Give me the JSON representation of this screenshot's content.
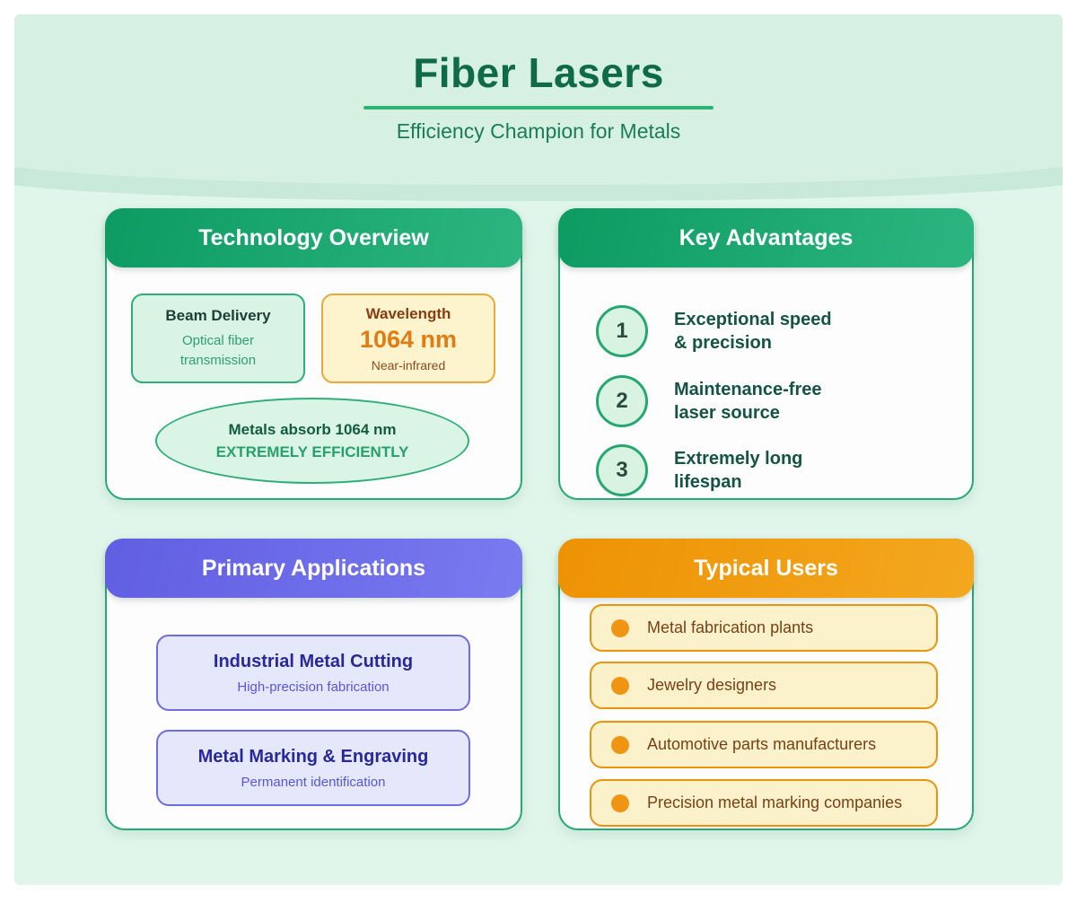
{
  "page": {
    "title": "Fiber Lasers",
    "subtitle": "Efficiency Champion for Metals"
  },
  "colors": {
    "background_base": "#e0f6eb",
    "background_band": "#c9ead8",
    "background_top": "#d6f1e2",
    "title_green": "#0e6a47",
    "accent_green": "#2cb475",
    "card_border_green": "#27a977",
    "header_green": "#0d9b62",
    "header_purple": "#615ee2",
    "header_orange": "#ee9204",
    "wavelength_orange": "#e07c12",
    "user_bullet_orange": "#f09414"
  },
  "cards": {
    "technology": {
      "header": "Technology Overview",
      "beam": {
        "title": "Beam Delivery",
        "line1": "Optical fiber",
        "line2": "transmission"
      },
      "wavelength": {
        "title": "Wavelength",
        "value": "1064 nm",
        "note": "Near-infrared"
      },
      "ellipse": {
        "line1": "Metals absorb 1064 nm",
        "line2": "EXTREMELY EFFICIENTLY"
      }
    },
    "advantages": {
      "header": "Key Advantages",
      "items": [
        {
          "number": "1",
          "line1": "Exceptional speed",
          "line2": "& precision"
        },
        {
          "number": "2",
          "line1": "Maintenance-free",
          "line2": "laser source"
        },
        {
          "number": "3",
          "line1": "Extremely long",
          "line2": "lifespan"
        }
      ]
    },
    "applications": {
      "header": "Primary Applications",
      "items": [
        {
          "title": "Industrial Metal Cutting",
          "subtitle": "High-precision fabrication"
        },
        {
          "title": "Metal Marking & Engraving",
          "subtitle": "Permanent identification"
        }
      ]
    },
    "users": {
      "header": "Typical Users",
      "items": [
        "Metal fabrication plants",
        "Jewelry designers",
        "Automotive parts manufacturers",
        "Precision metal marking companies"
      ]
    }
  }
}
